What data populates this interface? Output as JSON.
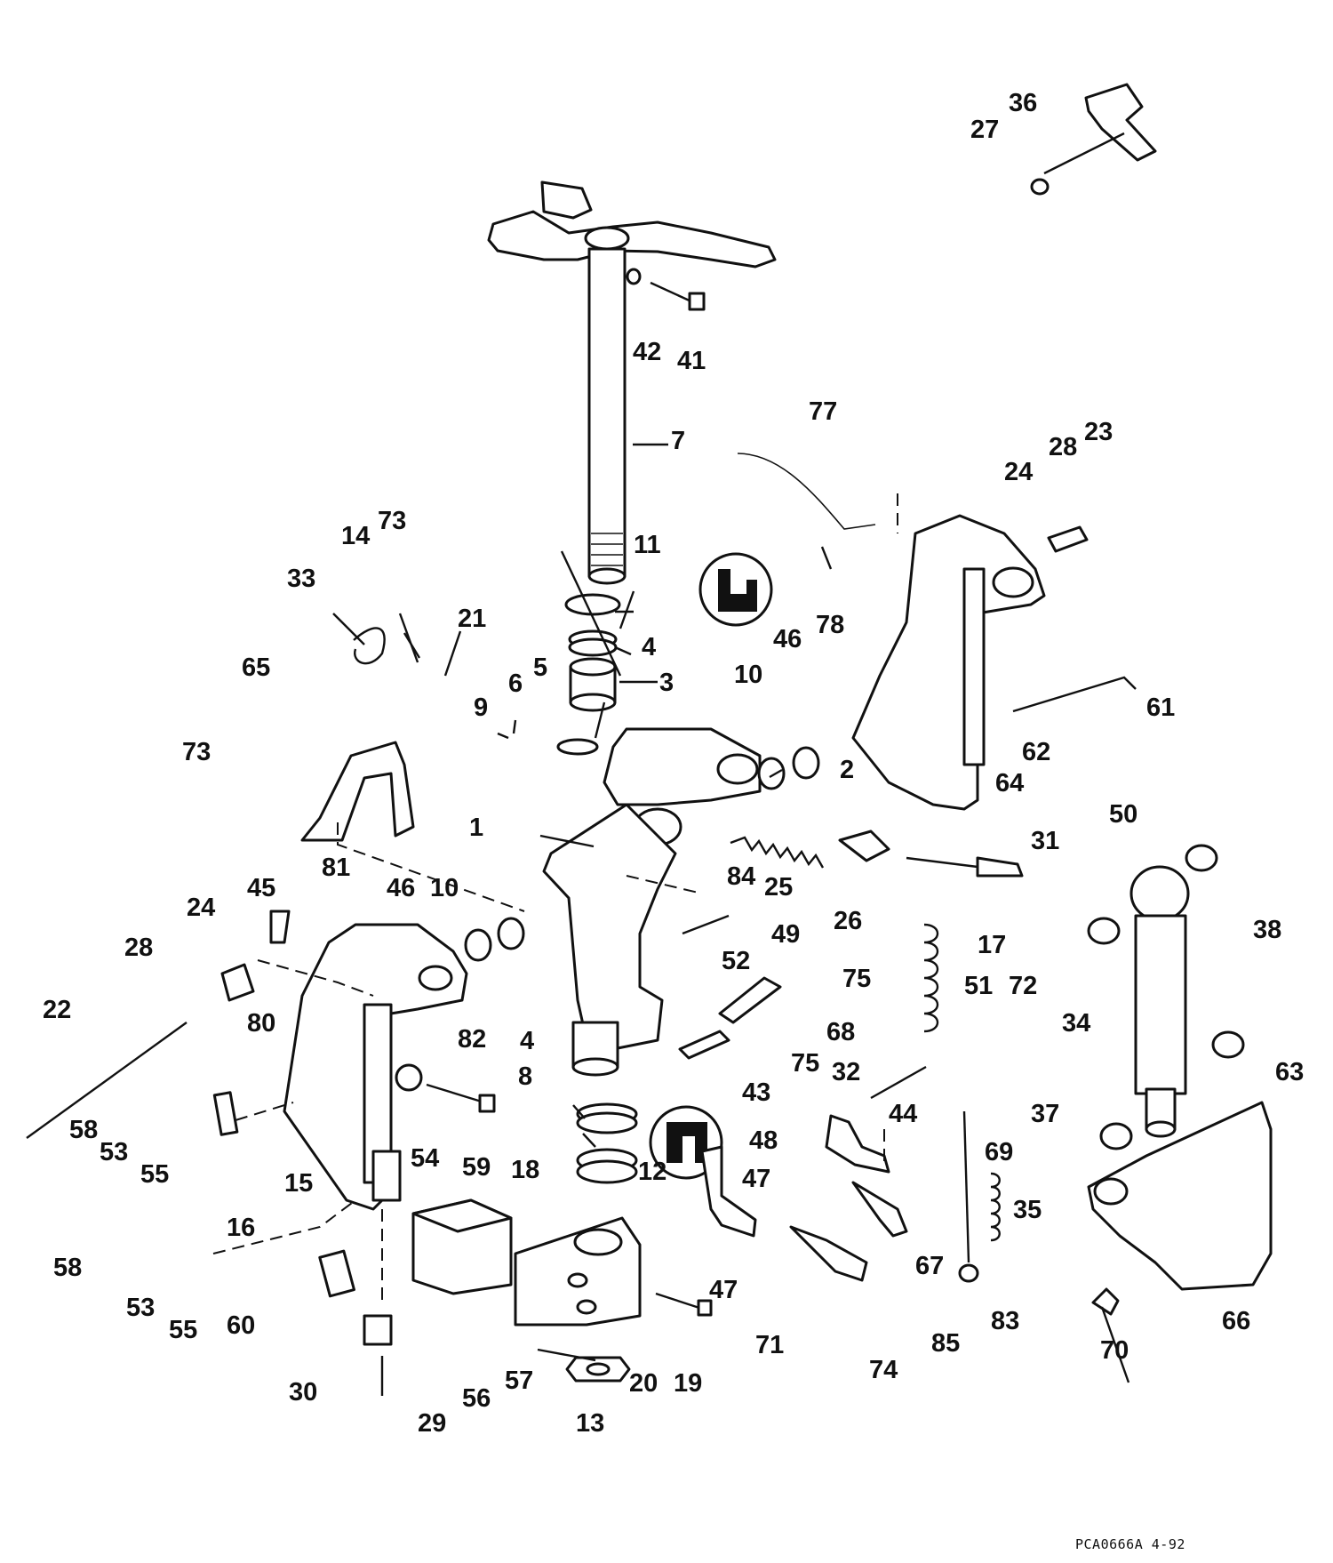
{
  "catalog_number": "PCA0666A  4-92",
  "callouts": [
    {
      "id": "c1",
      "number": "1"
    },
    {
      "id": "c2",
      "number": "2"
    },
    {
      "id": "c3",
      "number": "3"
    },
    {
      "id": "c4a",
      "number": "4"
    },
    {
      "id": "c4b",
      "number": "4"
    },
    {
      "id": "c5",
      "number": "5"
    },
    {
      "id": "c6",
      "number": "6"
    },
    {
      "id": "c7",
      "number": "7"
    },
    {
      "id": "c8",
      "number": "8"
    },
    {
      "id": "c9",
      "number": "9"
    },
    {
      "id": "c10a",
      "number": "10"
    },
    {
      "id": "c10b",
      "number": "10"
    },
    {
      "id": "c11",
      "number": "11"
    },
    {
      "id": "c12",
      "number": "12"
    },
    {
      "id": "c13",
      "number": "13"
    },
    {
      "id": "c14",
      "number": "14"
    },
    {
      "id": "c15",
      "number": "15"
    },
    {
      "id": "c16",
      "number": "16"
    },
    {
      "id": "c17",
      "number": "17"
    },
    {
      "id": "c18",
      "number": "18"
    },
    {
      "id": "c19",
      "number": "19"
    },
    {
      "id": "c20",
      "number": "20"
    },
    {
      "id": "c21",
      "number": "21"
    },
    {
      "id": "c22",
      "number": "22"
    },
    {
      "id": "c23",
      "number": "23"
    },
    {
      "id": "c24a",
      "number": "24"
    },
    {
      "id": "c24b",
      "number": "24"
    },
    {
      "id": "c25",
      "number": "25"
    },
    {
      "id": "c26",
      "number": "26"
    },
    {
      "id": "c27",
      "number": "27"
    },
    {
      "id": "c28a",
      "number": "28"
    },
    {
      "id": "c28b",
      "number": "28"
    },
    {
      "id": "c29",
      "number": "29"
    },
    {
      "id": "c30",
      "number": "30"
    },
    {
      "id": "c31",
      "number": "31"
    },
    {
      "id": "c32",
      "number": "32"
    },
    {
      "id": "c33",
      "number": "33"
    },
    {
      "id": "c34",
      "number": "34"
    },
    {
      "id": "c35",
      "number": "35"
    },
    {
      "id": "c36",
      "number": "36"
    },
    {
      "id": "c37",
      "number": "37"
    },
    {
      "id": "c38",
      "number": "38"
    },
    {
      "id": "c41",
      "number": "41"
    },
    {
      "id": "c42",
      "number": "42"
    },
    {
      "id": "c43",
      "number": "43"
    },
    {
      "id": "c44",
      "number": "44"
    },
    {
      "id": "c45",
      "number": "45"
    },
    {
      "id": "c46a",
      "number": "46"
    },
    {
      "id": "c46b",
      "number": "46"
    },
    {
      "id": "c47a",
      "number": "47"
    },
    {
      "id": "c47b",
      "number": "47"
    },
    {
      "id": "c48",
      "number": "48"
    },
    {
      "id": "c49",
      "number": "49"
    },
    {
      "id": "c50",
      "number": "50"
    },
    {
      "id": "c51",
      "number": "51"
    },
    {
      "id": "c52",
      "number": "52"
    },
    {
      "id": "c53a",
      "number": "53"
    },
    {
      "id": "c53b",
      "number": "53"
    },
    {
      "id": "c54",
      "number": "54"
    },
    {
      "id": "c55a",
      "number": "55"
    },
    {
      "id": "c55b",
      "number": "55"
    },
    {
      "id": "c56",
      "number": "56"
    },
    {
      "id": "c57",
      "number": "57"
    },
    {
      "id": "c58a",
      "number": "58"
    },
    {
      "id": "c58b",
      "number": "58"
    },
    {
      "id": "c59",
      "number": "59"
    },
    {
      "id": "c60",
      "number": "60"
    },
    {
      "id": "c61",
      "number": "61"
    },
    {
      "id": "c62",
      "number": "62"
    },
    {
      "id": "c63",
      "number": "63"
    },
    {
      "id": "c64",
      "number": "64"
    },
    {
      "id": "c65",
      "number": "65"
    },
    {
      "id": "c66",
      "number": "66"
    },
    {
      "id": "c67",
      "number": "67"
    },
    {
      "id": "c68",
      "number": "68"
    },
    {
      "id": "c69",
      "number": "69"
    },
    {
      "id": "c70",
      "number": "70"
    },
    {
      "id": "c71",
      "number": "71"
    },
    {
      "id": "c72",
      "number": "72"
    },
    {
      "id": "c73a",
      "number": "73"
    },
    {
      "id": "c73b",
      "number": "73"
    },
    {
      "id": "c74",
      "number": "74"
    },
    {
      "id": "c75a",
      "number": "75"
    },
    {
      "id": "c75b",
      "number": "75"
    },
    {
      "id": "c77",
      "number": "77"
    },
    {
      "id": "c78",
      "number": "78"
    },
    {
      "id": "c80",
      "number": "80"
    },
    {
      "id": "c81",
      "number": "81"
    },
    {
      "id": "c82",
      "number": "82"
    },
    {
      "id": "c83",
      "number": "83"
    },
    {
      "id": "c84",
      "number": "84"
    },
    {
      "id": "c85",
      "number": "85"
    }
  ]
}
